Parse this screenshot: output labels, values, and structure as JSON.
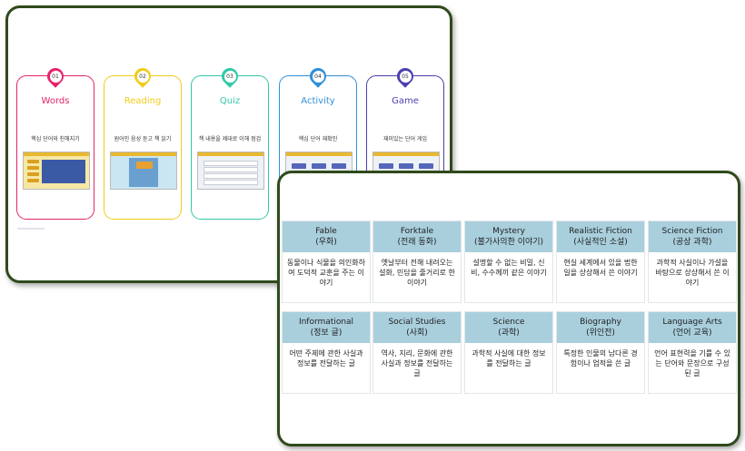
{
  "steps": [
    {
      "num": "01",
      "title": "Words",
      "desc": "핵심 단어와 친해지기",
      "color": "#e5246c"
    },
    {
      "num": "02",
      "title": "Reading",
      "desc": "원어민 음성 듣고 책 읽기",
      "color": "#f0cc1a"
    },
    {
      "num": "03",
      "title": "Quiz",
      "desc": "책 내용을 제대로 이해 점검",
      "color": "#33c8a8"
    },
    {
      "num": "04",
      "title": "Activity",
      "desc": "핵심 단어 재확인",
      "color": "#2f8fd8"
    },
    {
      "num": "05",
      "title": "Game",
      "desc": "재미있는 단어 게임",
      "color": "#4b3fb0"
    }
  ],
  "genres": [
    {
      "en": "Fable",
      "ko": "(우화)",
      "desc": "동물이나 식물을 의인화하여 도덕적 교훈을 주는 이야기"
    },
    {
      "en": "Forktale",
      "ko": "(전래 동화)",
      "desc": "옛날부터 전해 내려오는 설화, 민담을 줄거리로 한 이야기"
    },
    {
      "en": "Mystery",
      "ko": "(불가사의한 이야기)",
      "desc": "설명할 수 없는 비밀, 신비, 수수께끼 같은 이야기"
    },
    {
      "en": "Realistic Fiction",
      "ko": "(사실적인 소설)",
      "desc": "현실 세계에서 있을 법한 일을 상상해서 쓴 이야기"
    },
    {
      "en": "Science Fiction",
      "ko": "(공상 과학)",
      "desc": "과학적 사실이나 가설을 바탕으로 상상해서 쓴 이야기"
    },
    {
      "en": "Informational",
      "ko": "(정보 글)",
      "desc": "어떤 주제에 관한 사실과 정보를 전달하는 글"
    },
    {
      "en": "Social Studies",
      "ko": "(사회)",
      "desc": "역사, 지리, 문화에 관한 사실과 정보를 전달하는 글"
    },
    {
      "en": "Science",
      "ko": "(과학)",
      "desc": "과학적 사실에 대한 정보를 전달하는 글"
    },
    {
      "en": "Biography",
      "ko": "(위인전)",
      "desc": "특정한 인물의 남다른 경험이나 업적을 쓴 글"
    },
    {
      "en": "Language Arts",
      "ko": "(언어 교육)",
      "desc": "언어 표현력을 기를 수 있는 단어와 문장으로 구성된 글"
    }
  ]
}
